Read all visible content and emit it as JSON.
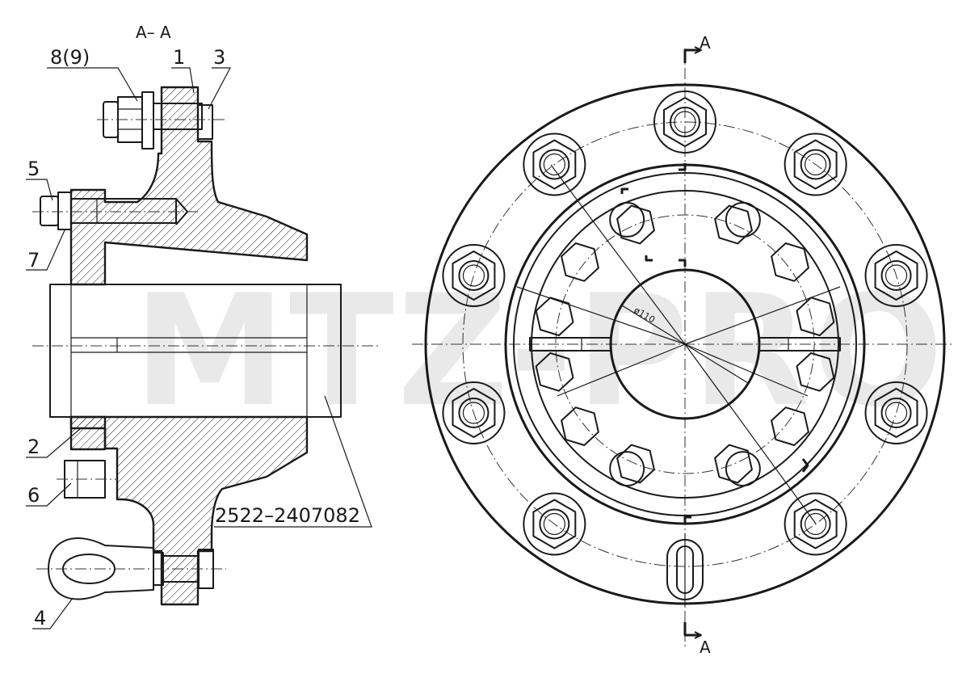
{
  "section_title": "A– A",
  "callouts": {
    "c1": "1",
    "c2": "2",
    "c3": "3",
    "c4": "4",
    "c5": "5",
    "c6": "6",
    "c7": "7",
    "c89": "8(9)"
  },
  "part_number": "2522–2407082",
  "diameter_label": "ø110",
  "section_marker": "A",
  "watermark": "MTZ-PRO"
}
